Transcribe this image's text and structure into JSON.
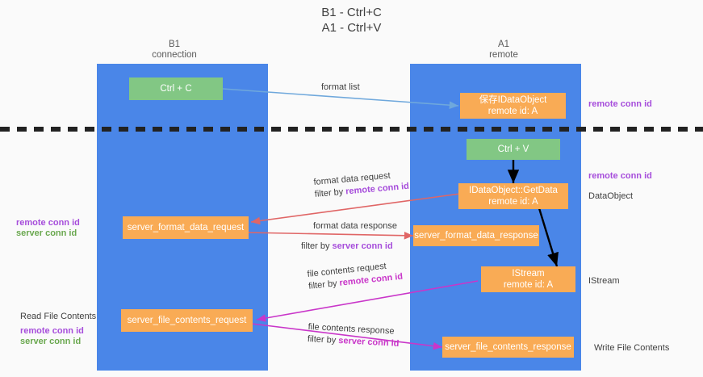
{
  "title": "B1 - Ctrl+C\nA1 - Ctrl+V",
  "columns": {
    "left": {
      "header": "B1\nconnection"
    },
    "right": {
      "header": "A1\nremote"
    }
  },
  "colors": {
    "lane": "#4a86e8",
    "green_box": "#82c784",
    "orange_box": "#f9ab55",
    "purple_text": "#a64ddb",
    "magenta_text": "#c936c9",
    "green_text": "#6aa84f",
    "divider": "#222222",
    "arrow_blue": "#6fa8dc",
    "arrow_red": "#e06666",
    "arrow_magenta": "#c936c9",
    "arrow_black": "#000000"
  },
  "boxes": {
    "ctrl_c": "Ctrl + C",
    "ctrl_v": "Ctrl + V",
    "save_idataobject": "保存IDataObject\nremote id: A",
    "idataobject_getdata": "IDataObject::GetData\nremote id: A",
    "istream": "IStream\nremote id: A",
    "server_format_data_request": "server_format_data_request",
    "server_format_data_response": "server_format_data_response",
    "server_file_contents_request": "server_file_contents_request",
    "server_file_contents_response": "server_file_contents_response"
  },
  "edge_labels": {
    "format_list": "format list",
    "format_data_request": "format data request",
    "format_data_request_filter_prefix": "filter by ",
    "format_data_request_filter_value": "remote conn id",
    "format_data_response": "format data response",
    "format_data_response_filter_prefix": "filter by ",
    "format_data_response_filter_value": "server conn id",
    "file_contents_request": "file contents request",
    "file_contents_request_filter_prefix": "filter by ",
    "file_contents_request_filter_value": "remote conn id",
    "file_contents_response": "file contents response",
    "file_contents_response_filter_prefix": "filter by ",
    "file_contents_response_filter_value": "server conn id"
  },
  "annotations": {
    "right_remote_conn_id_top": "remote conn id",
    "right_remote_conn_id_mid": "remote conn id",
    "right_dataobject": "DataObject",
    "right_istream": "IStream",
    "right_write_file_contents": "Write File Contents",
    "left_remote_conn_id": "remote conn id",
    "left_server_conn_id": "server conn id",
    "left_read_file_contents": "Read File Contents",
    "left_remote_conn_id_2": "remote conn id",
    "left_server_conn_id_2": "server conn id"
  }
}
